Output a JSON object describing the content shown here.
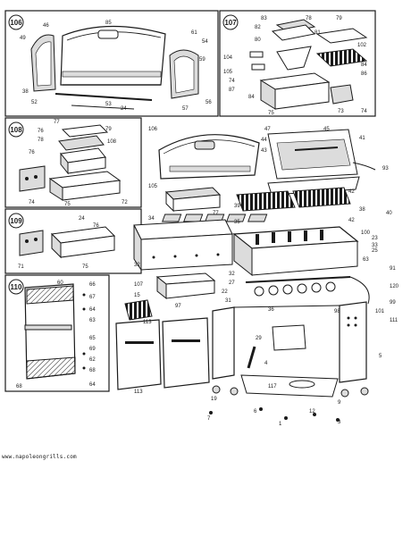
{
  "sections": [
    {
      "id": "106"
    },
    {
      "id": "107"
    },
    {
      "id": "108"
    },
    {
      "id": "109"
    },
    {
      "id": "110"
    }
  ],
  "labels": {
    "s106": [
      "85",
      "49",
      "46",
      "61",
      "54",
      "59",
      "38",
      "52",
      "53",
      "24",
      "57",
      "56"
    ],
    "s107": [
      "83",
      "78",
      "82",
      "79",
      "102",
      "81",
      "80",
      "104",
      "105",
      "84",
      "86",
      "75",
      "87",
      "73",
      "74",
      "74",
      "84"
    ],
    "s108": [
      "77",
      "76",
      "78",
      "79",
      "74",
      "108",
      "75",
      "72",
      "76"
    ],
    "s109": [
      "24",
      "76",
      "71",
      "75"
    ],
    "s110": [
      "60",
      "66",
      "67",
      "64",
      "63",
      "65",
      "69",
      "68",
      "68",
      "64",
      "62"
    ],
    "main": [
      "106",
      "47",
      "45",
      "44",
      "41",
      "43",
      "93",
      "105",
      "42",
      "77",
      "34",
      "39",
      "35",
      "38",
      "40",
      "42",
      "100",
      "23",
      "25",
      "63",
      "32",
      "33",
      "91",
      "107",
      "15",
      "27",
      "22",
      "32",
      "120",
      "31",
      "36",
      "99",
      "97",
      "101",
      "111",
      "98",
      "113",
      "29",
      "5",
      "113",
      "4",
      "117",
      "19",
      "9",
      "3",
      "7",
      "1",
      "6",
      "12"
    ]
  },
  "footer": {
    "url": "www.napoleongrills.com"
  },
  "colors": {
    "ink": "#1a1a1a",
    "paper": "#ffffff",
    "shade": "#dcdcdc"
  }
}
